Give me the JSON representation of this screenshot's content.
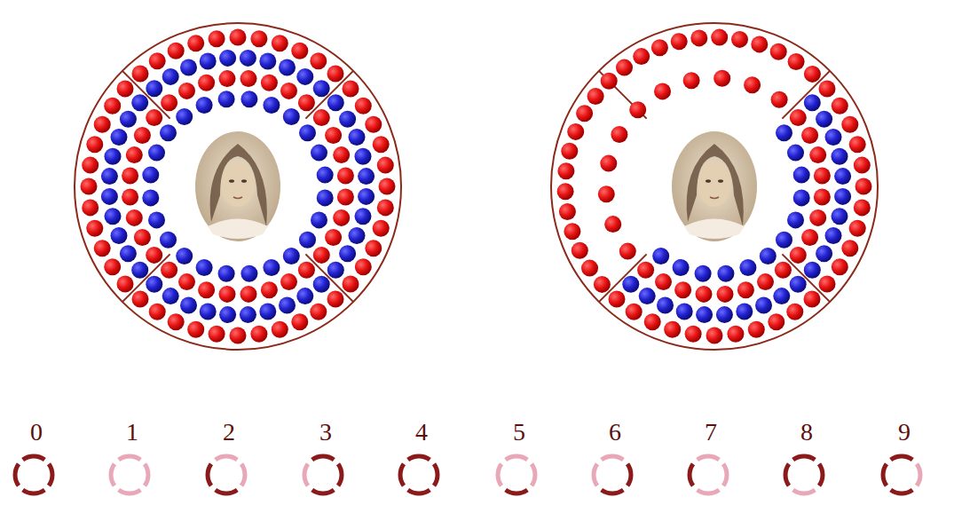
{
  "diagram": {
    "labels": [
      "0",
      "1",
      "2",
      "3",
      "4",
      "5",
      "6",
      "7",
      "8",
      "9"
    ]
  }
}
